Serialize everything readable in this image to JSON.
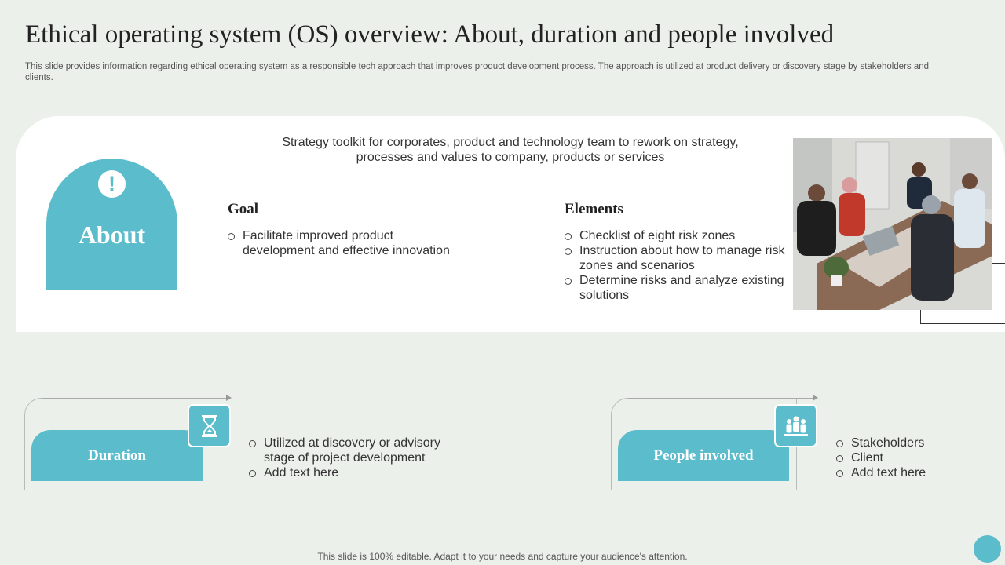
{
  "header": {
    "title": "Ethical operating system (OS) overview: About, duration and people involved",
    "subtitle": "This slide provides information regarding ethical operating system as a responsible tech approach that improves product development process. The approach is utilized at product delivery or discovery stage by stakeholders and clients."
  },
  "about": {
    "label": "About",
    "icon": "exclamation-icon",
    "intro": "Strategy toolkit for corporates, product and technology  team to rework on strategy, processes and values to company,  products or services",
    "goal": {
      "heading": "Goal",
      "items": [
        "Facilitate improved product development and effective innovation"
      ]
    },
    "elements": {
      "heading": "Elements",
      "items": [
        "Checklist of eight risk zones",
        "Instruction  about how to manage risk zones and scenarios",
        "Determine risks and analyze  existing solutions"
      ]
    },
    "photo": "team-meeting-photo"
  },
  "duration": {
    "label": "Duration",
    "icon": "hourglass-icon",
    "items": [
      "Utilized at discovery or advisory stage of project development",
      "Add text here"
    ]
  },
  "people": {
    "label": "People involved",
    "icon": "team-icon",
    "items": [
      "Stakeholders",
      "Client",
      "Add text here"
    ]
  },
  "footer": {
    "text": "This slide is 100% editable. Adapt it to your needs and capture your audience's attention."
  },
  "colors": {
    "accent": "#5bbccb",
    "background": "#ecf0ea",
    "panel": "#ffffff"
  }
}
